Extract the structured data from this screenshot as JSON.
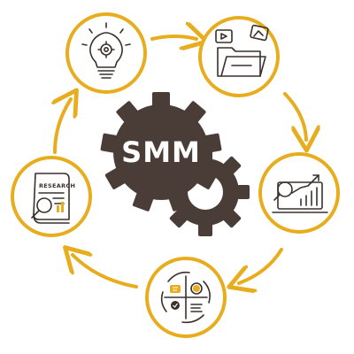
{
  "diagram": {
    "center_label": "SMM",
    "research_label": "RESEARCH",
    "colors": {
      "accent": "#e7ad1e",
      "gear": "#4a3c36",
      "icon": "#3a302b",
      "background": "#ffffff"
    },
    "nodes": [
      {
        "name": "idea-node",
        "icon": "lightbulb-gear-icon"
      },
      {
        "name": "content-node",
        "icon": "folder-media-icon"
      },
      {
        "name": "analytics-node",
        "icon": "chart-magnifier-icon"
      },
      {
        "name": "strategy-node",
        "icon": "cycle-quadrant-icon"
      },
      {
        "name": "research-node",
        "icon": "research-document-icon"
      }
    ]
  }
}
